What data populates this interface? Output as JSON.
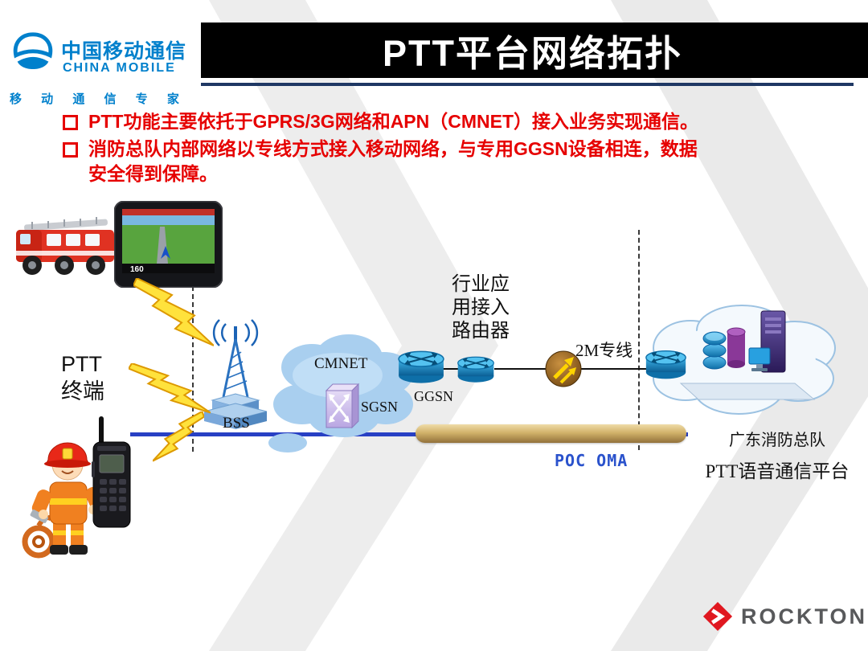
{
  "colors": {
    "accent_red": "#E60000",
    "navy_rule": "#1F3864",
    "line_blue": "#2840C4",
    "pipe_gold": "#D2B36A",
    "cloud_blue": "#A9CFEF",
    "logo_blue": "#0080CC",
    "rockton_red": "#E01820"
  },
  "header": {
    "title": "PTT平台网络拓扑",
    "logo": {
      "cn": "中国移动通信",
      "en": "CHINA MOBILE",
      "tagline": "移 动 通 信 专 家"
    }
  },
  "bullets": [
    "PTT功能主要依托于GPRS/3G网络和APN（CMNET）接入业务实现通信。",
    "消防总队内部网络以专线方式接入移动网络，与专用GGSN设备相连，数据安全得到保障。"
  ],
  "diagram": {
    "ptt_terminal": "PTT\n终端",
    "bss": "BSS",
    "cmnet": "CMNET",
    "sgsn": "SGSN",
    "ggsn": "GGSN",
    "industry_router": "行业应\n用接入\n路由器",
    "leased_line": "2M专线",
    "poc": "POC OMA",
    "platform_name_1": "广东消防总队",
    "platform_name_2": "PTT语音通信平台",
    "gps_speed": "160"
  },
  "footer": {
    "brand": "ROCKTON"
  }
}
